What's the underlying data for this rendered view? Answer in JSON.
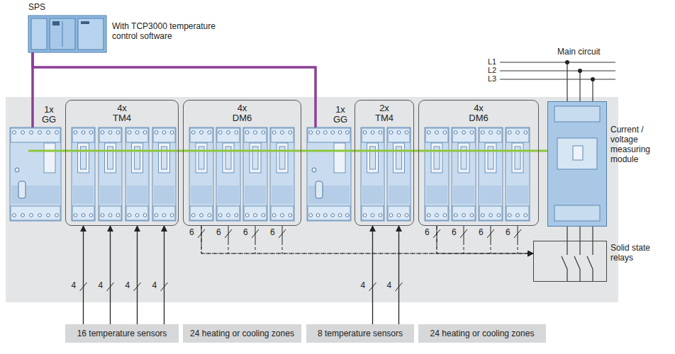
{
  "diagram": {
    "nodes": [
      {
        "text": [
          "SPS",
          "With TCP3000 temperature control software"
        ]
      },
      {
        "text": [
          "1x GG"
        ]
      },
      {
        "text": [
          "4x TM4"
        ]
      },
      {
        "text": [
          "4x DM6"
        ]
      },
      {
        "text": [
          "1x GG"
        ]
      },
      {
        "text": [
          "2x TM4"
        ]
      },
      {
        "text": [
          "4x DM6"
        ]
      },
      {
        "text": [
          "Current / voltage measuring module"
        ]
      },
      {
        "text": [
          "Solid state relays"
        ]
      },
      {
        "text": [
          "16 temperature sensors"
        ]
      },
      {
        "text": [
          "24 heating or cooling zones"
        ]
      },
      {
        "text": [
          "8 temperature sensors"
        ]
      },
      {
        "text": [
          "24 heating or cooling zones"
        ]
      }
    ],
    "edges": [
      {
        "from": 0,
        "to": 1,
        "arrow": "none"
      },
      {
        "from": 0,
        "to": 4,
        "arrow": "none"
      },
      {
        "from": 9,
        "to": 2,
        "arrow": "to",
        "label": "4"
      },
      {
        "from": 9,
        "to": 2,
        "arrow": "to",
        "label": "4"
      },
      {
        "from": 9,
        "to": 2,
        "arrow": "to",
        "label": "4"
      },
      {
        "from": 9,
        "to": 2,
        "arrow": "to",
        "label": "4"
      },
      {
        "from": 11,
        "to": 5,
        "arrow": "to",
        "label": "4"
      },
      {
        "from": 11,
        "to": 5,
        "arrow": "to",
        "label": "4"
      },
      {
        "from": 3,
        "to": 8,
        "arrow": "to"
      },
      {
        "from": 6,
        "to": 8,
        "arrow": "to"
      }
    ],
    "labels": [
      "Main circuit",
      "L1",
      "L2",
      "L3",
      "6",
      "6",
      "6",
      "6",
      "6",
      "6",
      "6",
      "6"
    ]
  }
}
